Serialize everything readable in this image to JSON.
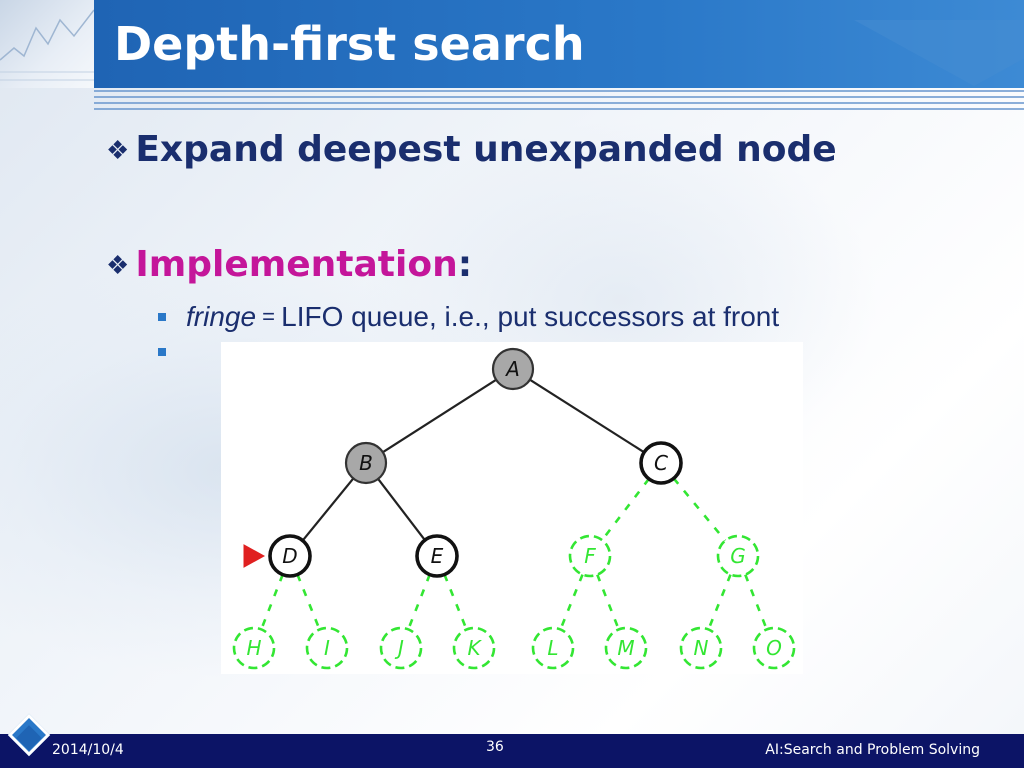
{
  "slide": {
    "title": "Depth-first search",
    "bullets": {
      "first": {
        "symbol": "❖",
        "text": "Expand deepest unexpanded node"
      },
      "second": {
        "symbol": "❖",
        "text": "Implementation",
        "suffix": ":"
      },
      "sub1": {
        "italic": "fringe",
        "equals": " = ",
        "text": "LIFO queue, i.e., put successors at front"
      },
      "sub2": {
        "text": ""
      }
    },
    "colors": {
      "header": "#1f64b4",
      "text_dark": "#1a2e6e",
      "accent_magenta": "#c4169a",
      "footer": "#0c1466",
      "node_gray": "#a8a8a8",
      "node_green": "#33e633",
      "current_marker": "#e02020"
    }
  },
  "tree": {
    "nodes": [
      {
        "id": "A",
        "label": "A",
        "state": "expanded"
      },
      {
        "id": "B",
        "label": "B",
        "state": "expanded"
      },
      {
        "id": "C",
        "label": "C",
        "state": "frontier"
      },
      {
        "id": "D",
        "label": "D",
        "state": "current"
      },
      {
        "id": "E",
        "label": "E",
        "state": "frontier"
      },
      {
        "id": "F",
        "label": "F",
        "state": "unexplored"
      },
      {
        "id": "G",
        "label": "G",
        "state": "unexplored"
      },
      {
        "id": "H",
        "label": "H",
        "state": "unexplored"
      },
      {
        "id": "I",
        "label": "I",
        "state": "unexplored"
      },
      {
        "id": "J",
        "label": "J",
        "state": "unexplored"
      },
      {
        "id": "K",
        "label": "K",
        "state": "unexplored"
      },
      {
        "id": "L",
        "label": "L",
        "state": "unexplored"
      },
      {
        "id": "M",
        "label": "M",
        "state": "unexplored"
      },
      {
        "id": "N",
        "label": "N",
        "state": "unexplored"
      },
      {
        "id": "O",
        "label": "O",
        "state": "unexplored"
      }
    ],
    "edges": [
      {
        "from": "A",
        "to": "B",
        "state": "solid"
      },
      {
        "from": "A",
        "to": "C",
        "state": "solid"
      },
      {
        "from": "B",
        "to": "D",
        "state": "solid"
      },
      {
        "from": "B",
        "to": "E",
        "state": "solid"
      },
      {
        "from": "C",
        "to": "F",
        "state": "dashed"
      },
      {
        "from": "C",
        "to": "G",
        "state": "dashed"
      },
      {
        "from": "D",
        "to": "H",
        "state": "dashed"
      },
      {
        "from": "D",
        "to": "I",
        "state": "dashed"
      },
      {
        "from": "E",
        "to": "J",
        "state": "dashed"
      },
      {
        "from": "E",
        "to": "K",
        "state": "dashed"
      },
      {
        "from": "F",
        "to": "L",
        "state": "dashed"
      },
      {
        "from": "F",
        "to": "M",
        "state": "dashed"
      },
      {
        "from": "G",
        "to": "N",
        "state": "dashed"
      },
      {
        "from": "G",
        "to": "O",
        "state": "dashed"
      }
    ],
    "current_marker": "D"
  },
  "footer": {
    "date": "2014/10/4",
    "page": "36",
    "course": "AI:Search and Problem Solving"
  }
}
